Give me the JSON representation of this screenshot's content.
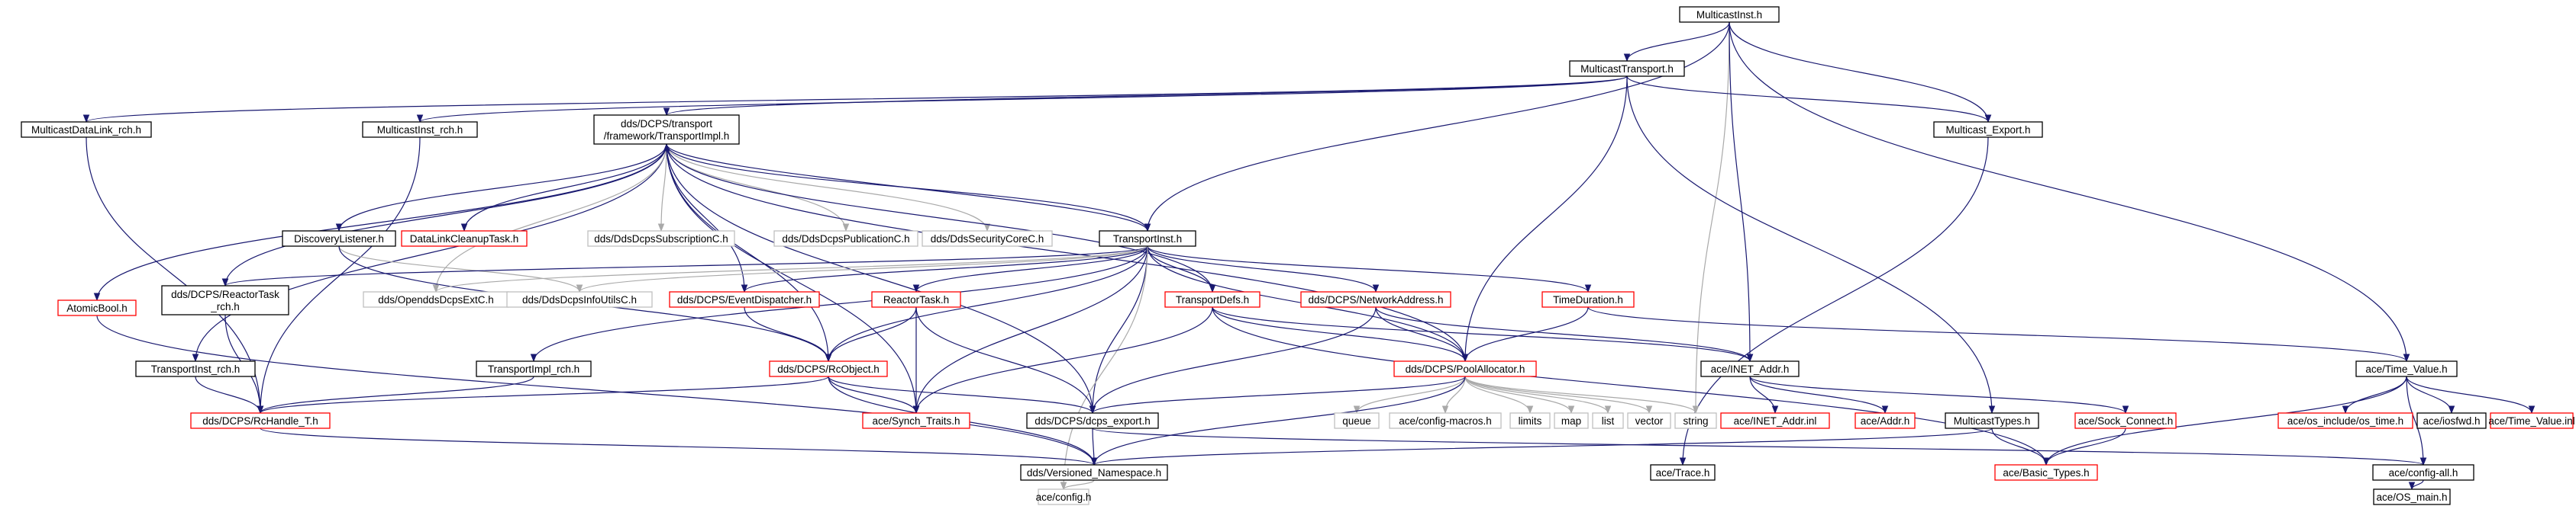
{
  "colors": {
    "edge": "#191970",
    "edge_secondary": "#a9a9a9",
    "node_border_documented": "#000000",
    "node_border_undocumented": "#ff0000",
    "node_border_external": "#bfbfbf",
    "root_fill": "#bfbfbf"
  },
  "nodes": [
    {
      "id": "multicastinst_h",
      "label": "MulticastInst.h",
      "kind": "root"
    },
    {
      "id": "multicasttransport_h",
      "label": "MulticastTransport.h",
      "kind": "documented"
    },
    {
      "id": "multicastdatalink_rch_h",
      "label": "MulticastDataLink_rch.h",
      "kind": "documented"
    },
    {
      "id": "multicastinst_rch_h",
      "label": "MulticastInst_rch.h",
      "kind": "documented"
    },
    {
      "id": "transportimpl_h",
      "label": "dds/DCPS/transport\n/framework/TransportImpl.h",
      "kind": "documented"
    },
    {
      "id": "multicast_export_h",
      "label": "Multicast_Export.h",
      "kind": "documented"
    },
    {
      "id": "discoverylistener_h",
      "label": "DiscoveryListener.h",
      "kind": "documented"
    },
    {
      "id": "datalinkcleanuptask_h",
      "label": "DataLinkCleanupTask.h",
      "kind": "undocumented"
    },
    {
      "id": "ddsdcpssubscriptionc_h",
      "label": "dds/DdsDcpsSubscriptionC.h",
      "kind": "external"
    },
    {
      "id": "ddsdcpspublicationc_h",
      "label": "dds/DdsDcpsPublicationC.h",
      "kind": "external"
    },
    {
      "id": "ddssecuritycorec_h",
      "label": "dds/DdsSecurityCoreC.h",
      "kind": "external"
    },
    {
      "id": "transportinst_h",
      "label": "TransportInst.h",
      "kind": "documented"
    },
    {
      "id": "atomicbool_h",
      "label": "AtomicBool.h",
      "kind": "undocumented"
    },
    {
      "id": "reactortask_rch_h",
      "label": "dds/DCPS/ReactorTask\n_rch.h",
      "kind": "documented"
    },
    {
      "id": "transportinst_rch_h",
      "label": "TransportInst_rch.h",
      "kind": "documented"
    },
    {
      "id": "opendddsdcpsextc_h",
      "label": "dds/OpenddsDcpsExtC.h",
      "kind": "external"
    },
    {
      "id": "ddsdcpsinfoutilsc_h",
      "label": "dds/DdsDcpsInfoUtilsC.h",
      "kind": "external"
    },
    {
      "id": "eventdispatcher_h",
      "label": "dds/DCPS/EventDispatcher.h",
      "kind": "undocumented"
    },
    {
      "id": "reactortask_h",
      "label": "ReactorTask.h",
      "kind": "undocumented"
    },
    {
      "id": "transportdefs_h",
      "label": "TransportDefs.h",
      "kind": "undocumented"
    },
    {
      "id": "networkaddress_h",
      "label": "dds/DCPS/NetworkAddress.h",
      "kind": "undocumented"
    },
    {
      "id": "timeduration_h",
      "label": "TimeDuration.h",
      "kind": "undocumented"
    },
    {
      "id": "transportimpl_rch_h",
      "label": "TransportImpl_rch.h",
      "kind": "documented"
    },
    {
      "id": "rcobject_h",
      "label": "dds/DCPS/RcObject.h",
      "kind": "undocumented"
    },
    {
      "id": "poolallocator_h",
      "label": "dds/DCPS/PoolAllocator.h",
      "kind": "undocumented"
    },
    {
      "id": "inet_addr_h",
      "label": "ace/INET_Addr.h",
      "kind": "documented"
    },
    {
      "id": "time_value_h",
      "label": "ace/Time_Value.h",
      "kind": "documented"
    },
    {
      "id": "rchandle_t_h",
      "label": "dds/DCPS/RcHandle_T.h",
      "kind": "undocumented"
    },
    {
      "id": "synch_traits_h",
      "label": "ace/Synch_Traits.h",
      "kind": "undocumented"
    },
    {
      "id": "dcps_export_h",
      "label": "dds/DCPS/dcps_export.h",
      "kind": "documented"
    },
    {
      "id": "queue",
      "label": "queue",
      "kind": "external"
    },
    {
      "id": "config_macros_h",
      "label": "ace/config-macros.h",
      "kind": "external"
    },
    {
      "id": "limits",
      "label": "limits",
      "kind": "external"
    },
    {
      "id": "map",
      "label": "map",
      "kind": "external"
    },
    {
      "id": "list",
      "label": "list",
      "kind": "external"
    },
    {
      "id": "vector",
      "label": "vector",
      "kind": "external"
    },
    {
      "id": "string",
      "label": "string",
      "kind": "external"
    },
    {
      "id": "inet_addr_inl",
      "label": "ace/INET_Addr.inl",
      "kind": "undocumented"
    },
    {
      "id": "addr_h",
      "label": "ace/Addr.h",
      "kind": "undocumented"
    },
    {
      "id": "sock_connect_h",
      "label": "ace/Sock_Connect.h",
      "kind": "undocumented"
    },
    {
      "id": "multicasttypes_h",
      "label": "MulticastTypes.h",
      "kind": "documented"
    },
    {
      "id": "os_time_h",
      "label": "ace/os_include/os_time.h",
      "kind": "undocumented"
    },
    {
      "id": "iosfwd_h",
      "label": "ace/iosfwd.h",
      "kind": "documented"
    },
    {
      "id": "time_value_inl",
      "label": "ace/Time_Value.inl",
      "kind": "undocumented"
    },
    {
      "id": "versioned_namespace_h",
      "label": "dds/Versioned_Namespace.h",
      "kind": "documented"
    },
    {
      "id": "trace_h",
      "label": "ace/Trace.h",
      "kind": "documented"
    },
    {
      "id": "basic_types_h",
      "label": "ace/Basic_Types.h",
      "kind": "undocumented"
    },
    {
      "id": "config_all_h",
      "label": "ace/config-all.h",
      "kind": "documented"
    },
    {
      "id": "config_h",
      "label": "ace/config.h",
      "kind": "external"
    },
    {
      "id": "os_main_h",
      "label": "ace/OS_main.h",
      "kind": "documented"
    }
  ],
  "edges": [
    [
      "multicastinst_h",
      "multicasttransport_h"
    ],
    [
      "multicastinst_h",
      "transportinst_h"
    ],
    [
      "multicastinst_h",
      "multicast_export_h"
    ],
    [
      "multicastinst_h",
      "string"
    ],
    [
      "multicastinst_h",
      "inet_addr_h"
    ],
    [
      "multicastinst_h",
      "time_value_h"
    ],
    [
      "multicasttransport_h",
      "multicastdatalink_rch_h"
    ],
    [
      "multicasttransport_h",
      "multicastinst_rch_h"
    ],
    [
      "multicasttransport_h",
      "transportimpl_h"
    ],
    [
      "multicasttransport_h",
      "multicast_export_h"
    ],
    [
      "multicasttransport_h",
      "poolallocator_h"
    ],
    [
      "multicasttransport_h",
      "multicasttypes_h"
    ],
    [
      "multicastdatalink_rch_h",
      "rchandle_t_h"
    ],
    [
      "multicastinst_rch_h",
      "rchandle_t_h"
    ],
    [
      "transportimpl_h",
      "discoverylistener_h"
    ],
    [
      "transportimpl_h",
      "datalinkcleanuptask_h"
    ],
    [
      "transportimpl_h",
      "ddsdcpssubscriptionc_h"
    ],
    [
      "transportimpl_h",
      "ddsdcpspublicationc_h"
    ],
    [
      "transportimpl_h",
      "ddssecuritycorec_h"
    ],
    [
      "transportimpl_h",
      "transportinst_h"
    ],
    [
      "transportimpl_h",
      "atomicbool_h"
    ],
    [
      "transportimpl_h",
      "reactortask_rch_h"
    ],
    [
      "transportimpl_h",
      "transportinst_rch_h"
    ],
    [
      "transportimpl_h",
      "opendddsdcpsextc_h"
    ],
    [
      "transportimpl_h",
      "eventdispatcher_h"
    ],
    [
      "transportimpl_h",
      "transportdefs_h"
    ],
    [
      "transportimpl_h",
      "rcobject_h"
    ],
    [
      "transportimpl_h",
      "poolallocator_h"
    ],
    [
      "transportimpl_h",
      "synch_traits_h"
    ],
    [
      "transportimpl_h",
      "dcps_export_h"
    ],
    [
      "multicast_export_h",
      "trace_h"
    ],
    [
      "discoverylistener_h",
      "ddsdcpsinfoutilsc_h"
    ],
    [
      "discoverylistener_h",
      "rcobject_h"
    ],
    [
      "transportinst_h",
      "transportimpl_h"
    ],
    [
      "transportinst_h",
      "reactortask_rch_h"
    ],
    [
      "transportinst_h",
      "opendddsdcpsextc_h"
    ],
    [
      "transportinst_h",
      "ddsdcpsinfoutilsc_h"
    ],
    [
      "transportinst_h",
      "eventdispatcher_h"
    ],
    [
      "transportinst_h",
      "reactortask_h"
    ],
    [
      "transportinst_h",
      "transportdefs_h"
    ],
    [
      "transportinst_h",
      "networkaddress_h"
    ],
    [
      "transportinst_h",
      "timeduration_h"
    ],
    [
      "transportinst_h",
      "transportimpl_rch_h"
    ],
    [
      "transportinst_h",
      "rcobject_h"
    ],
    [
      "transportinst_h",
      "poolallocator_h"
    ],
    [
      "transportinst_h",
      "synch_traits_h"
    ],
    [
      "transportinst_h",
      "dcps_export_h"
    ],
    [
      "transportinst_h",
      "config_h"
    ],
    [
      "atomicbool_h",
      "versioned_namespace_h"
    ],
    [
      "reactortask_rch_h",
      "rchandle_t_h"
    ],
    [
      "transportinst_rch_h",
      "rchandle_t_h"
    ],
    [
      "eventdispatcher_h",
      "rcobject_h"
    ],
    [
      "reactortask_h",
      "rcobject_h"
    ],
    [
      "reactortask_h",
      "synch_traits_h"
    ],
    [
      "reactortask_h",
      "dcps_export_h"
    ],
    [
      "transportdefs_h",
      "poolallocator_h"
    ],
    [
      "transportdefs_h",
      "inet_addr_h"
    ],
    [
      "transportdefs_h",
      "synch_traits_h"
    ],
    [
      "transportdefs_h",
      "basic_types_h"
    ],
    [
      "networkaddress_h",
      "poolallocator_h"
    ],
    [
      "networkaddress_h",
      "inet_addr_h"
    ],
    [
      "networkaddress_h",
      "dcps_export_h"
    ],
    [
      "timeduration_h",
      "poolallocator_h"
    ],
    [
      "timeduration_h",
      "time_value_h"
    ],
    [
      "transportimpl_rch_h",
      "rchandle_t_h"
    ],
    [
      "rcobject_h",
      "rchandle_t_h"
    ],
    [
      "rcobject_h",
      "synch_traits_h"
    ],
    [
      "rcobject_h",
      "dcps_export_h"
    ],
    [
      "rcobject_h",
      "versioned_namespace_h"
    ],
    [
      "poolallocator_h",
      "dcps_export_h"
    ],
    [
      "poolallocator_h",
      "queue"
    ],
    [
      "poolallocator_h",
      "config_macros_h"
    ],
    [
      "poolallocator_h",
      "limits"
    ],
    [
      "poolallocator_h",
      "map"
    ],
    [
      "poolallocator_h",
      "list"
    ],
    [
      "poolallocator_h",
      "vector"
    ],
    [
      "poolallocator_h",
      "string"
    ],
    [
      "poolallocator_h",
      "versioned_namespace_h"
    ],
    [
      "inet_addr_h",
      "inet_addr_inl"
    ],
    [
      "inet_addr_h",
      "addr_h"
    ],
    [
      "inet_addr_h",
      "sock_connect_h"
    ],
    [
      "sock_connect_h",
      "basic_types_h"
    ],
    [
      "multicasttypes_h",
      "basic_types_h"
    ],
    [
      "multicasttypes_h",
      "versioned_namespace_h"
    ],
    [
      "time_value_h",
      "os_time_h"
    ],
    [
      "time_value_h",
      "iosfwd_h"
    ],
    [
      "time_value_h",
      "time_value_inl"
    ],
    [
      "time_value_h",
      "basic_types_h"
    ],
    [
      "time_value_h",
      "config_all_h"
    ],
    [
      "rchandle_t_h",
      "versioned_namespace_h"
    ],
    [
      "dcps_export_h",
      "versioned_namespace_h"
    ],
    [
      "dcps_export_h",
      "config_all_h"
    ],
    [
      "versioned_namespace_h",
      "config_h"
    ],
    [
      "config_all_h",
      "os_main_h"
    ]
  ]
}
